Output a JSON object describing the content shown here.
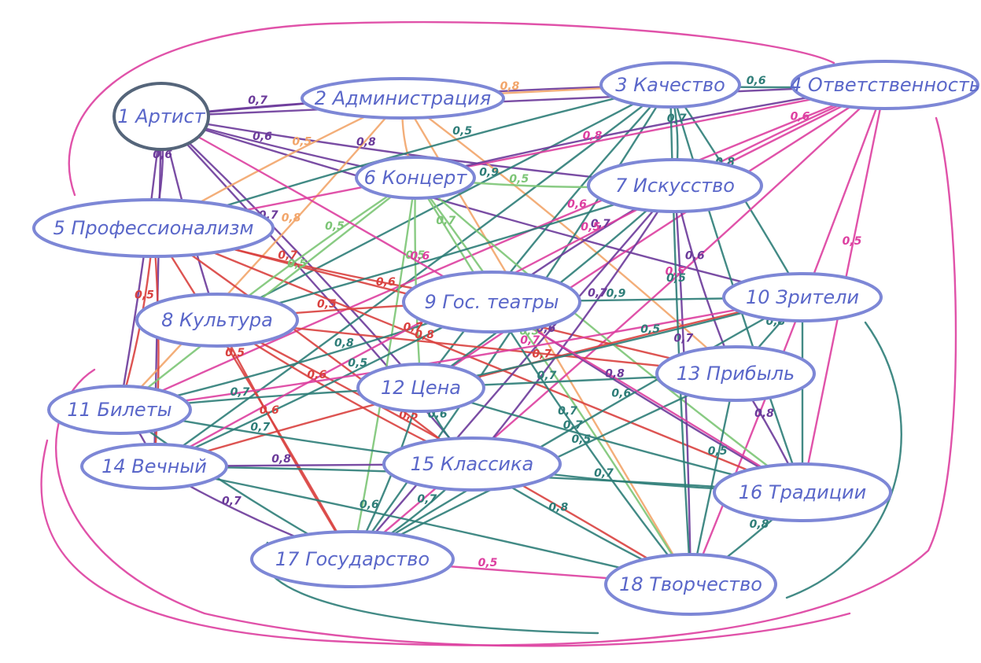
{
  "colors": {
    "purple": "#6b3a9a",
    "green": "#2e7d78",
    "lightgreen": "#7cc576",
    "orange": "#f2a56a",
    "red": "#d9413f",
    "pink": "#dd3fa0",
    "node_fill": "#ffffff",
    "node_stroke": "#7d87d6",
    "node_text": "#5a67c9"
  },
  "nodes": [
    {
      "id": 1,
      "label": "1 Артист"
    },
    {
      "id": 2,
      "label": "2 Администрация"
    },
    {
      "id": 3,
      "label": "3 Качество"
    },
    {
      "id": 4,
      "label": "4 Ответственность"
    },
    {
      "id": 5,
      "label": "5 Профессионализм"
    },
    {
      "id": 6,
      "label": "6 Концерт"
    },
    {
      "id": 7,
      "label": "7 Искусство"
    },
    {
      "id": 8,
      "label": "8 Культура"
    },
    {
      "id": 9,
      "label": "9 Гос. театры"
    },
    {
      "id": 10,
      "label": "10 Зрители"
    },
    {
      "id": 11,
      "label": "11 Билеты"
    },
    {
      "id": 12,
      "label": "12 Цена"
    },
    {
      "id": 13,
      "label": "13 Прибыль"
    },
    {
      "id": 14,
      "label": "14 Вечный"
    },
    {
      "id": 15,
      "label": "15 Классика"
    },
    {
      "id": 16,
      "label": "16 Традиции"
    },
    {
      "id": 17,
      "label": "17 Государство"
    },
    {
      "id": 18,
      "label": "18 Творчество"
    }
  ],
  "edges": [
    {
      "from": 1,
      "to": 3,
      "color": "purple",
      "weight": "0,7"
    },
    {
      "from": 1,
      "to": 2,
      "color": "purple",
      "weight": "0,7"
    },
    {
      "from": 1,
      "to": 4,
      "color": "purple",
      "weight": "0,7"
    },
    {
      "from": 1,
      "to": 6,
      "color": "purple",
      "weight": "0,6"
    },
    {
      "from": 1,
      "to": 7,
      "color": "purple",
      "weight": "0,8"
    },
    {
      "from": 1,
      "to": 5,
      "color": "purple",
      "weight": "0,6"
    },
    {
      "from": 1,
      "to": 11,
      "color": "purple",
      "weight": ""
    },
    {
      "from": 1,
      "to": 14,
      "color": "purple",
      "weight": ""
    },
    {
      "from": 1,
      "to": 8,
      "color": "purple",
      "weight": ""
    },
    {
      "from": 1,
      "to": 10,
      "color": "purple",
      "weight": "0,6"
    },
    {
      "from": 1,
      "to": 12,
      "color": "purple",
      "weight": "0,7"
    },
    {
      "from": 1,
      "to": 15,
      "color": "purple",
      "weight": ""
    },
    {
      "from": 2,
      "to": 3,
      "color": "orange",
      "weight": "0,8"
    },
    {
      "from": 2,
      "to": 5,
      "color": "orange",
      "weight": "0,5"
    },
    {
      "from": 2,
      "to": 6,
      "color": "orange",
      "weight": ""
    },
    {
      "from": 2,
      "to": 13,
      "color": "orange",
      "weight": ""
    },
    {
      "from": 2,
      "to": 11,
      "color": "orange",
      "weight": "0,8"
    },
    {
      "from": 2,
      "to": 18,
      "color": "orange",
      "weight": ""
    },
    {
      "from": 3,
      "to": 4,
      "color": "green",
      "weight": "0,6"
    },
    {
      "from": 3,
      "to": 5,
      "color": "green",
      "weight": "0,5"
    },
    {
      "from": 3,
      "to": 7,
      "color": "green",
      "weight": "0,7"
    },
    {
      "from": 3,
      "to": 10,
      "color": "green",
      "weight": "0,8"
    },
    {
      "from": 3,
      "to": 8,
      "color": "green",
      "weight": "0,9"
    },
    {
      "from": 3,
      "to": 16,
      "color": "green",
      "weight": ""
    },
    {
      "from": 3,
      "to": 12,
      "color": "green",
      "weight": ""
    },
    {
      "from": 3,
      "to": 17,
      "color": "green",
      "weight": ""
    },
    {
      "from": 3,
      "to": 14,
      "color": "green",
      "weight": ""
    },
    {
      "from": 4,
      "to": 5,
      "color": "pink",
      "weight": "0,8"
    },
    {
      "from": 4,
      "to": 7,
      "color": "pink",
      "weight": "0,6"
    },
    {
      "from": 4,
      "to": 11,
      "color": "pink",
      "weight": "0,6"
    },
    {
      "from": 4,
      "to": 17,
      "color": "pink",
      "weight": "0,5"
    },
    {
      "from": 4,
      "to": 18,
      "color": "pink",
      "weight": "0,6"
    },
    {
      "from": 4,
      "to": 16,
      "color": "pink",
      "weight": "0,5"
    },
    {
      "from": 4,
      "to": 12,
      "color": "pink",
      "weight": "0,5"
    },
    {
      "from": 4,
      "to": 6,
      "color": "purple",
      "weight": ""
    },
    {
      "from": 5,
      "to": 11,
      "color": "red",
      "weight": "0,5"
    },
    {
      "from": 5,
      "to": 17,
      "color": "red",
      "weight": "0,5"
    },
    {
      "from": 5,
      "to": 16,
      "color": "red",
      "weight": "0,7"
    },
    {
      "from": 5,
      "to": 13,
      "color": "red",
      "weight": "0,6"
    },
    {
      "from": 5,
      "to": 9,
      "color": "red",
      "weight": "0,7"
    },
    {
      "from": 5,
      "to": 14,
      "color": "red",
      "weight": "0,5"
    },
    {
      "from": 5,
      "to": 15,
      "color": "red",
      "weight": ""
    },
    {
      "from": 6,
      "to": 9,
      "color": "lightgreen",
      "weight": "0,7"
    },
    {
      "from": 6,
      "to": 12,
      "color": "lightgreen",
      "weight": "0,5"
    },
    {
      "from": 6,
      "to": 16,
      "color": "lightgreen",
      "weight": "0,5"
    },
    {
      "from": 6,
      "to": 18,
      "color": "lightgreen",
      "weight": "0,5"
    },
    {
      "from": 6,
      "to": 17,
      "color": "lightgreen",
      "weight": ""
    },
    {
      "from": 6,
      "to": 11,
      "color": "lightgreen",
      "weight": "0,5"
    },
    {
      "from": 6,
      "to": 8,
      "color": "lightgreen",
      "weight": "0,5"
    },
    {
      "from": 6,
      "to": 7,
      "color": "lightgreen",
      "weight": "0,5"
    },
    {
      "from": 7,
      "to": 15,
      "color": "purple",
      "weight": "0,7"
    },
    {
      "from": 7,
      "to": 18,
      "color": "purple",
      "weight": "0,7"
    },
    {
      "from": 7,
      "to": 17,
      "color": "purple",
      "weight": "0,6"
    },
    {
      "from": 7,
      "to": 9,
      "color": "purple",
      "weight": "0,7"
    },
    {
      "from": 7,
      "to": 13,
      "color": "purple",
      "weight": "0,6"
    },
    {
      "from": 7,
      "to": 12,
      "color": "green",
      "weight": ""
    },
    {
      "from": 7,
      "to": 8,
      "color": "green",
      "weight": ""
    },
    {
      "from": 8,
      "to": 13,
      "color": "red",
      "weight": "0,8"
    },
    {
      "from": 8,
      "to": 17,
      "color": "red",
      "weight": "0,6"
    },
    {
      "from": 8,
      "to": 15,
      "color": "red",
      "weight": "0,6"
    },
    {
      "from": 8,
      "to": 18,
      "color": "red",
      "weight": "0,5"
    },
    {
      "from": 8,
      "to": 9,
      "color": "red",
      "weight": "0,5"
    },
    {
      "from": 9,
      "to": 10,
      "color": "green",
      "weight": "0,9"
    },
    {
      "from": 9,
      "to": 16,
      "color": "purple",
      "weight": "0,8"
    },
    {
      "from": 9,
      "to": 18,
      "color": "green",
      "weight": "0,7"
    },
    {
      "from": 9,
      "to": 11,
      "color": "green",
      "weight": "0,8"
    },
    {
      "from": 9,
      "to": 14,
      "color": "green",
      "weight": "0,5"
    },
    {
      "from": 10,
      "to": 13,
      "color": "green",
      "weight": "0,8"
    },
    {
      "from": 10,
      "to": 17,
      "color": "green",
      "weight": "0,6"
    },
    {
      "from": 10,
      "to": 14,
      "color": "red",
      "weight": "0,7"
    },
    {
      "from": 10,
      "to": 11,
      "color": "pink",
      "weight": "0,7"
    },
    {
      "from": 10,
      "to": 12,
      "color": "green",
      "weight": "0,5"
    },
    {
      "from": 10,
      "to": 16,
      "color": "green",
      "weight": ""
    },
    {
      "from": 11,
      "to": 15,
      "color": "green",
      "weight": "0,7"
    },
    {
      "from": 11,
      "to": 17,
      "color": "green",
      "weight": "0,6"
    },
    {
      "from": 11,
      "to": 14,
      "color": "purple",
      "weight": "0,7"
    },
    {
      "from": 11,
      "to": 12,
      "color": "green",
      "weight": "0,7"
    },
    {
      "from": 12,
      "to": 13,
      "color": "green",
      "weight": "0,7"
    },
    {
      "from": 12,
      "to": 16,
      "color": "green",
      "weight": "0,7"
    },
    {
      "from": 12,
      "to": 15,
      "color": "green",
      "weight": "0,6"
    },
    {
      "from": 12,
      "to": 17,
      "color": "green",
      "weight": ""
    },
    {
      "from": 13,
      "to": 16,
      "color": "purple",
      "weight": "0,8"
    },
    {
      "from": 13,
      "to": 18,
      "color": "green",
      "weight": "0,5"
    },
    {
      "from": 13,
      "to": 17,
      "color": "green",
      "weight": "0,5"
    },
    {
      "from": 14,
      "to": 17,
      "color": "purple",
      "weight": "0,7"
    },
    {
      "from": 14,
      "to": 16,
      "color": "green",
      "weight": "0,8"
    },
    {
      "from": 14,
      "to": 18,
      "color": "green",
      "weight": "0,6"
    },
    {
      "from": 14,
      "to": 15,
      "color": "purple",
      "weight": "0,8"
    },
    {
      "from": 15,
      "to": 18,
      "color": "green",
      "weight": "0,8"
    },
    {
      "from": 15,
      "to": 16,
      "color": "green",
      "weight": "0,7"
    },
    {
      "from": 15,
      "to": 17,
      "color": "green",
      "weight": "0,7"
    },
    {
      "from": 16,
      "to": 18,
      "color": "green",
      "weight": "0,8"
    },
    {
      "from": 17,
      "to": 18,
      "color": "pink",
      "weight": "0,5"
    },
    {
      "from": 3,
      "to": 18,
      "color": "green",
      "weight": "0,5"
    },
    {
      "from": 4,
      "to": 14,
      "color": "pink",
      "weight": "0,5"
    },
    {
      "from": 1,
      "to": 16,
      "color": "pink",
      "weight": "0,6"
    }
  ]
}
